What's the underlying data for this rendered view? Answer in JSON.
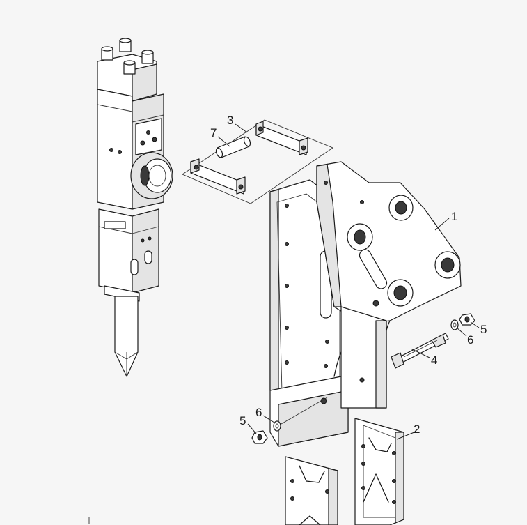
{
  "callouts": [
    {
      "id": "c1",
      "text": "1"
    },
    {
      "id": "c2",
      "text": "2"
    },
    {
      "id": "c3",
      "text": "3"
    },
    {
      "id": "c4",
      "text": "4"
    },
    {
      "id": "c5a",
      "text": "5"
    },
    {
      "id": "c5b",
      "text": "5"
    },
    {
      "id": "c6a",
      "text": "6"
    },
    {
      "id": "c6b",
      "text": "6"
    },
    {
      "id": "c7",
      "text": "7"
    }
  ],
  "colors": {
    "line": "#1a1a1a",
    "background": "#f6f6f6",
    "shade": "#e4e4e4"
  }
}
